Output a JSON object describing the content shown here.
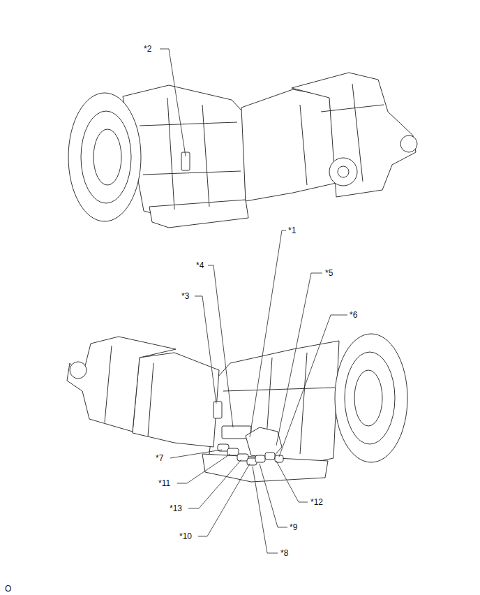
{
  "diagram": {
    "labels": [
      "*2",
      "*1",
      "*4",
      "*5",
      "*3",
      "*6",
      "*7",
      "*11",
      "*13",
      "*12",
      "*10",
      "*9",
      "*8",
      "O"
    ]
  }
}
